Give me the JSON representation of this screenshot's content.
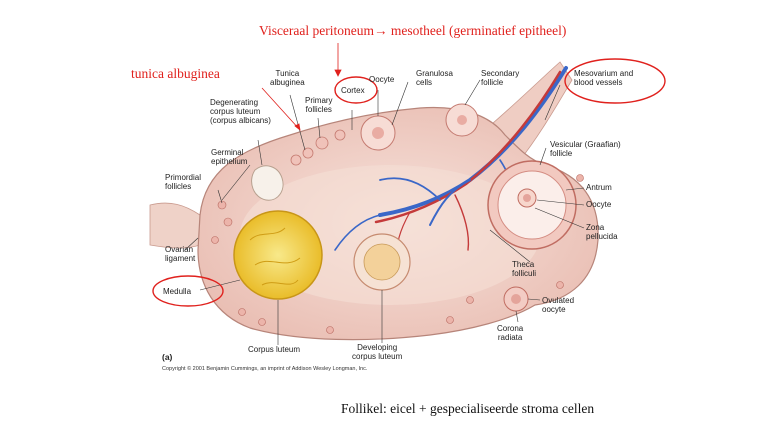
{
  "slide": {
    "title_annotation": "Visceraal peritoneum→ mesotheel (germinatief epitheel)",
    "left_annotation": "tunica albuginea",
    "caption": "Follikel: eicel + gespecialiseerde stroma cellen"
  },
  "figure": {
    "panel_letter": "(a)",
    "copyright": "Copyright © 2001 Benjamin Cummings, an imprint of Addison Wesley Longman, Inc.",
    "labels": {
      "tunica_albuginea": "Tunica\nalbuginea",
      "cortex": "Cortex",
      "oocyte_top": "Oocyte",
      "granulosa_cells": "Granulosa\ncells",
      "secondary_follicle": "Secondary\nfollicle",
      "mesovarium": "Mesovarium and\nblood vessels",
      "degenerating_corpus_luteum": "Degenerating\ncorpus luteum\n(corpus albicans)",
      "primary_follicles": "Primary\nfollicles",
      "germinal_epithelium": "Germinal\nepithelium",
      "primordial_follicles": "Primordial\nfollicles",
      "vesicular_follicle": "Vesicular (Graafian)\nfollicle",
      "antrum": "Antrum",
      "oocyte_right": "Oocyte",
      "zona_pellucida": "Zona\npellucida",
      "ovarian_ligament": "Ovarian\nligament",
      "theca_folliculi": "Theca\nfolliculi",
      "medulla": "Medulla",
      "ovulated_oocyte": "Ovulated\noocyte",
      "corona_radiata": "Corona\nradiata",
      "corpus_luteum": "Corpus luteum",
      "developing_corpus_luteum": "Developing\ncorpus luteum"
    }
  },
  "colors": {
    "annotation_red": "#e0211d",
    "ovary_tissue": "#f3d6cf",
    "corpus_luteum": "#f1d23a",
    "vessel_blue": "#3a67c8",
    "vessel_red": "#c43a3a"
  }
}
